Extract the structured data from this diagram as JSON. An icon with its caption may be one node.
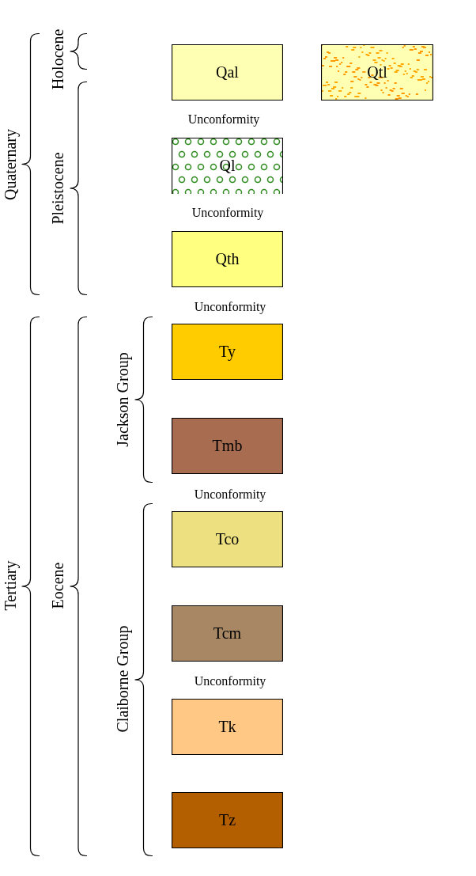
{
  "diagram": {
    "nodes": [
      {
        "text": [
          "Qal"
        ]
      },
      {
        "text": [
          "Qtl"
        ]
      },
      {
        "text": [
          "Ql"
        ]
      },
      {
        "text": [
          "Qth"
        ]
      },
      {
        "text": [
          "Ty"
        ]
      },
      {
        "text": [
          "Tmb"
        ]
      },
      {
        "text": [
          "Tco"
        ]
      },
      {
        "text": [
          "Tcm"
        ]
      },
      {
        "text": [
          "Tk"
        ]
      },
      {
        "text": [
          "Tz"
        ]
      }
    ],
    "edges": [],
    "labels": [
      "Quaternary",
      "Holocene",
      "Pleistocene",
      "Unconformity",
      "Unconformity",
      "Unconformity",
      "Tertiary",
      "Eocene",
      "Jackson Group",
      "Unconformity",
      "Claiborne Group",
      "Unconformity"
    ]
  }
}
